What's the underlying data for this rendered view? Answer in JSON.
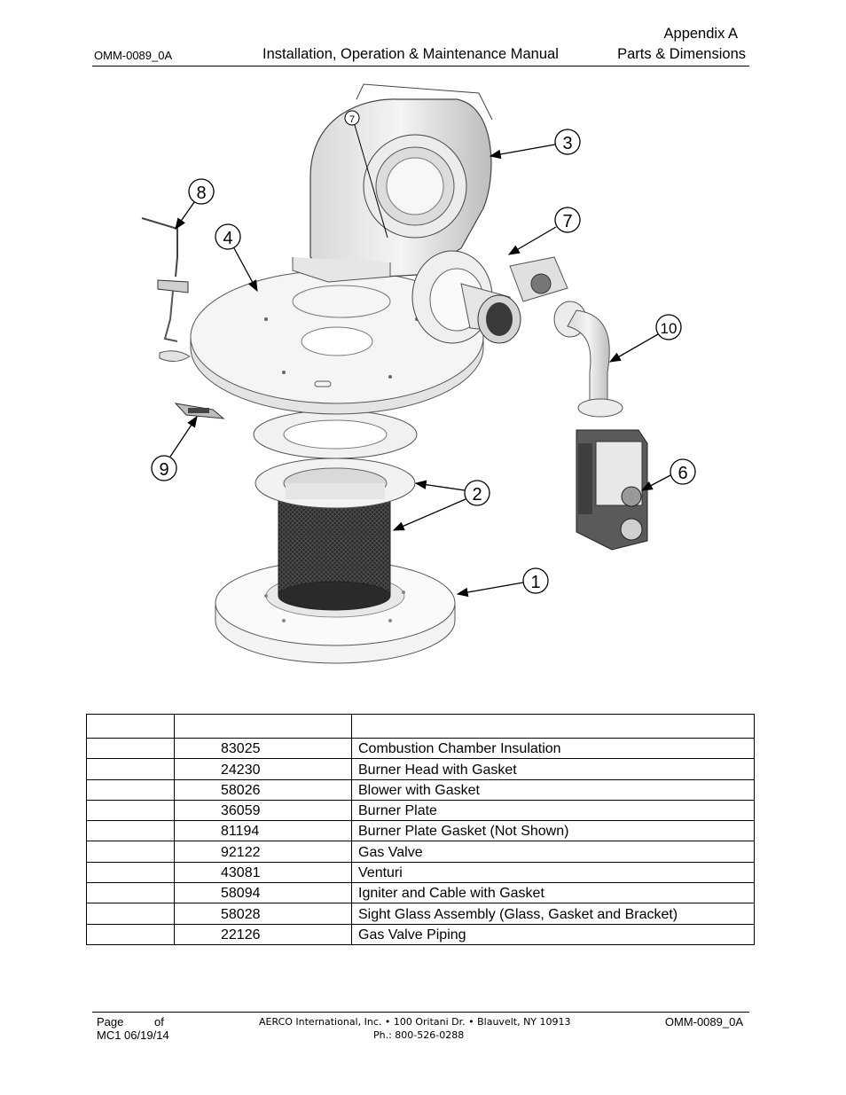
{
  "header": {
    "doc_number": "OMM-0089_0A",
    "title": "Installation, Operation & Maintenance Manual",
    "appendix": "Appendix A",
    "section": "Parts & Dimensions"
  },
  "diagram": {
    "callouts": [
      "1",
      "2",
      "3",
      "4",
      "6",
      "7",
      "7",
      "8",
      "9",
      "10"
    ]
  },
  "parts_table": {
    "headers": [
      "",
      "",
      ""
    ],
    "rows": [
      {
        "item": "",
        "part": "83025",
        "description": "Combustion Chamber Insulation"
      },
      {
        "item": "",
        "part": "24230",
        "description": "Burner Head with Gasket"
      },
      {
        "item": "",
        "part": "58026",
        "description": "Blower with Gasket"
      },
      {
        "item": "",
        "part": "36059",
        "description": "Burner Plate"
      },
      {
        "item": "",
        "part": "81194",
        "description": "Burner Plate Gasket (Not Shown)"
      },
      {
        "item": "",
        "part": "92122",
        "description": "Gas Valve"
      },
      {
        "item": "",
        "part": "43081",
        "description": "Venturi"
      },
      {
        "item": "",
        "part": "58094",
        "description": "Igniter and Cable with Gasket"
      },
      {
        "item": "",
        "part": "58028",
        "description": "Sight Glass Assembly (Glass, Gasket and Bracket)"
      },
      {
        "item": "",
        "part": "22126",
        "description": "Gas Valve Piping"
      }
    ]
  },
  "footer": {
    "page_label": "Page",
    "of_label": "of",
    "revision": "MC1 06/19/14",
    "company_line": "AERCO International, Inc. • 100 Oritani Dr. •  Blauvelt, NY 10913",
    "phone": "Ph.: 800-526-0288",
    "doc_number": "OMM-0089_0A"
  }
}
